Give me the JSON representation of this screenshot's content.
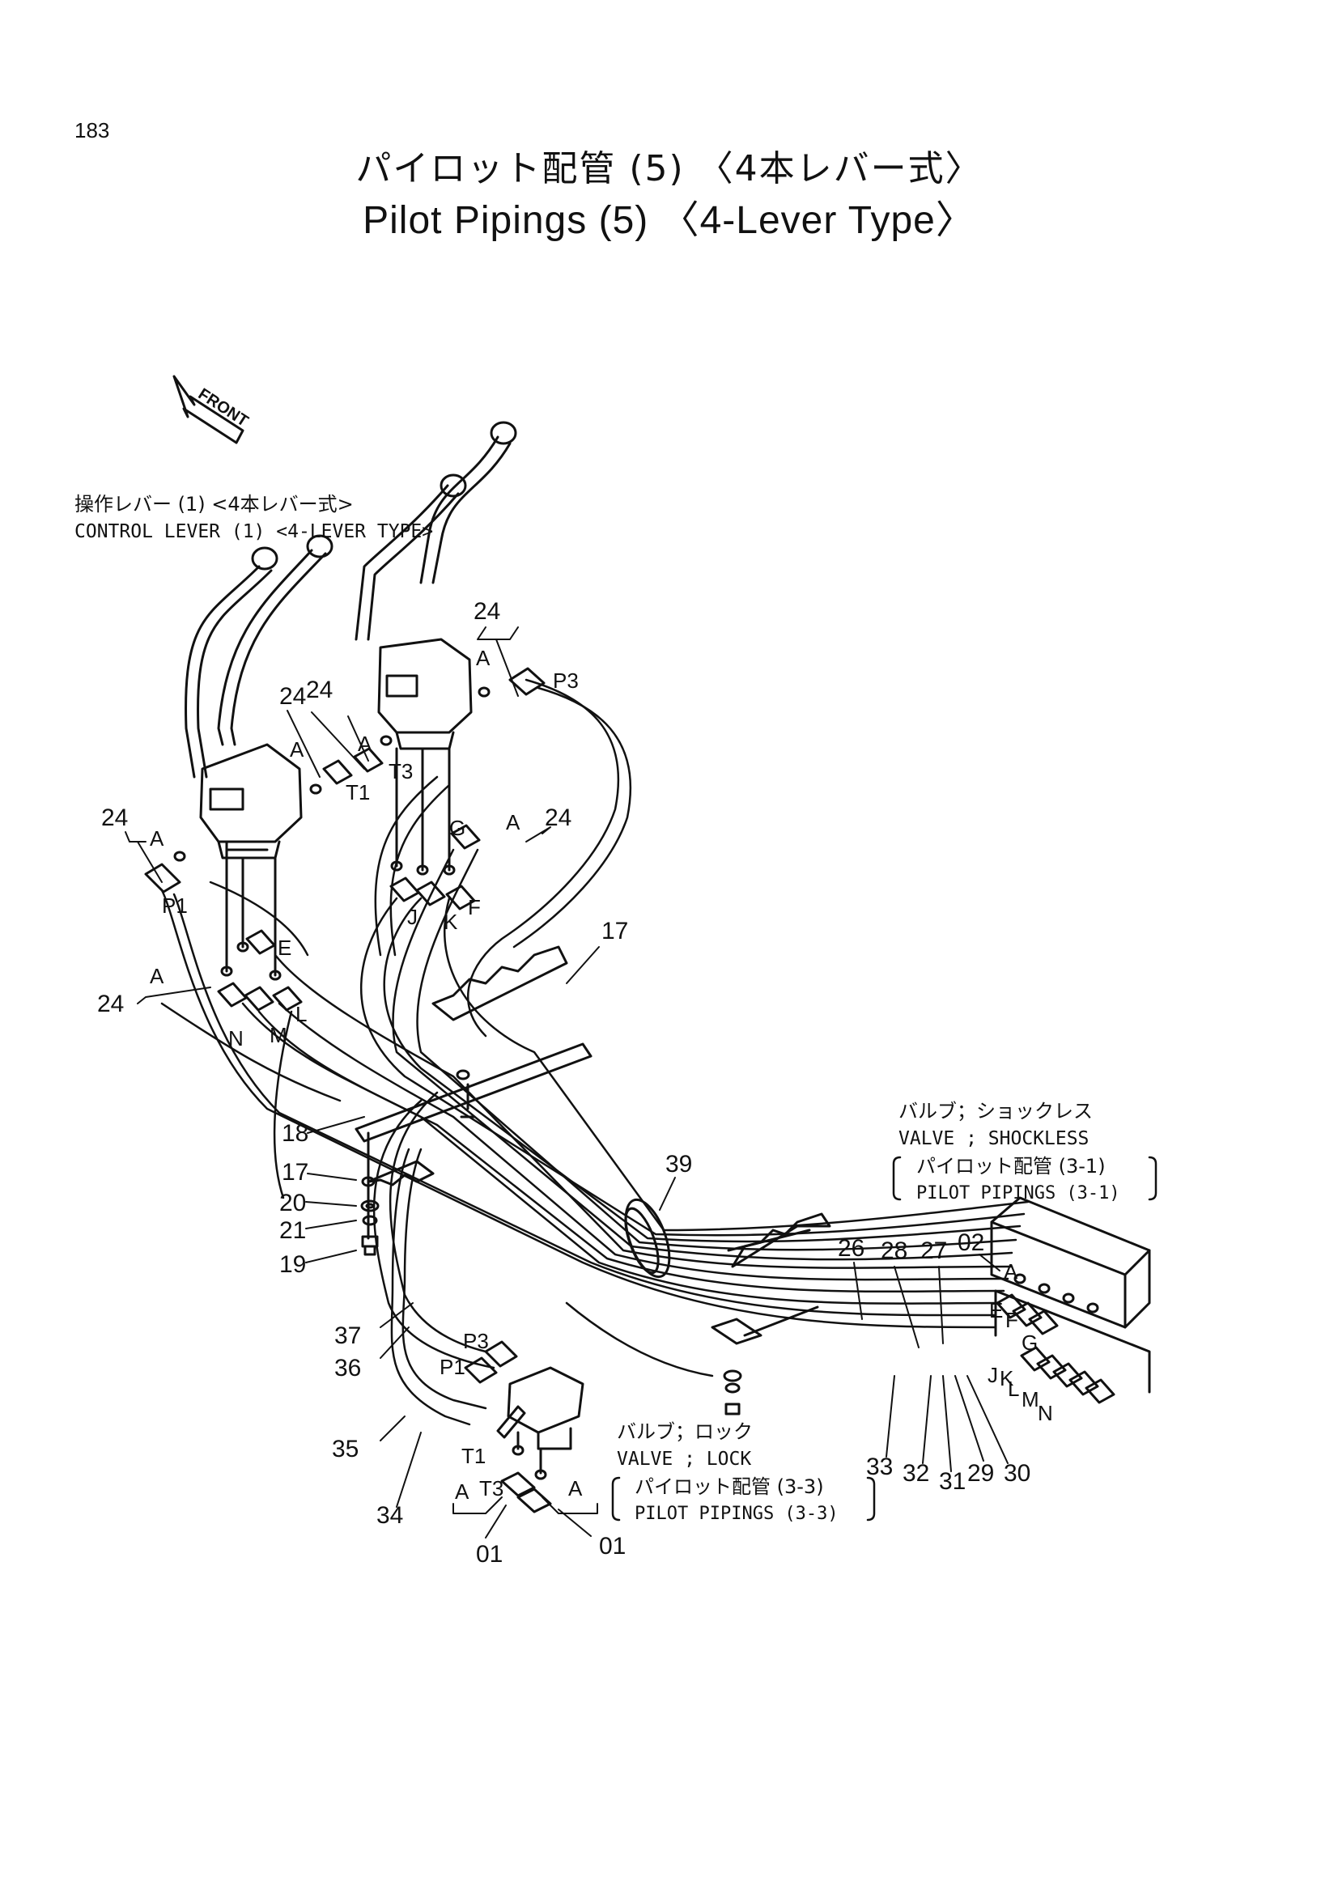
{
  "page": {
    "number": "183"
  },
  "title": {
    "jp": "パイロット配管 (5) 〈4本レバー式〉",
    "en": "Pilot Pipings (5) 〈4-Lever Type〉"
  },
  "front_arrow": {
    "label": "FRONT"
  },
  "captions": {
    "control_lever": {
      "jp": "操作レバー (1) <4本レバー式>",
      "en": "CONTROL LEVER (1) <4-LEVER TYPE>"
    },
    "shockless_valve": {
      "jp": "バルブ；ショックレス",
      "en": "VALVE ; SHOCKLESS",
      "ref_jp": "パイロット配管 (3-1)",
      "ref_en": "PILOT PIPINGS (3-1)"
    },
    "lock_valve": {
      "jp": "バルブ；ロック",
      "en": "VALVE ; LOCK",
      "ref_jp": "パイロット配管 (3-3)",
      "ref_en": "PILOT PIPINGS (3-3)"
    }
  },
  "callouts": {
    "p24": "24",
    "p17": "17",
    "p18": "18",
    "p20": "20",
    "p21": "21",
    "p19": "19",
    "p39": "39",
    "p26": "26",
    "p28": "28",
    "p27": "27",
    "p02": "02",
    "p37": "37",
    "p36": "36",
    "p35": "35",
    "p34": "34",
    "p33": "33",
    "p32": "32",
    "p31": "31",
    "p29": "29",
    "p30": "30",
    "p01": "01"
  },
  "port_labels": {
    "A": "A",
    "P1": "P1",
    "P3": "P3",
    "T1": "T1",
    "T3": "T3",
    "E": "E",
    "F": "F",
    "G": "G",
    "J": "J",
    "K": "K",
    "L": "L",
    "M": "M",
    "N": "N"
  }
}
